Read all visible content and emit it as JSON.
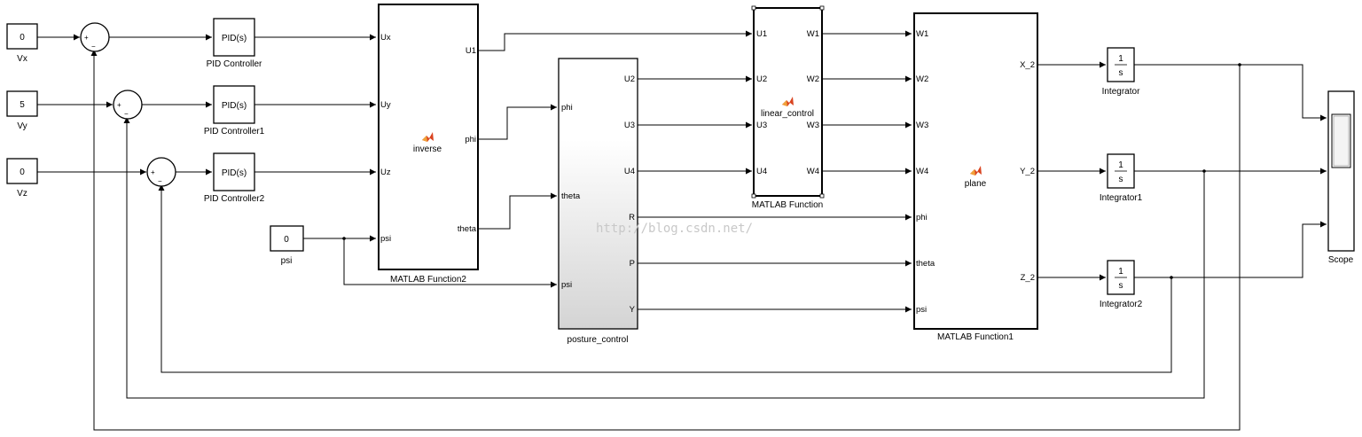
{
  "inputs": {
    "vx_value": "0",
    "vx_label": "Vx",
    "vy_value": "5",
    "vy_label": "Vy",
    "vz_value": "0",
    "vz_label": "Vz",
    "psi_value": "0",
    "psi_label": "psi"
  },
  "sum_signs": {
    "plus": "+",
    "minus": "−"
  },
  "pid": {
    "block_text": "PID(s)",
    "label1": "PID Controller",
    "label2": "PID Controller1",
    "label3": "PID Controller2"
  },
  "inverse_block": {
    "name": "inverse",
    "caption": "MATLAB Function2",
    "in_ports": [
      "Ux",
      "Uy",
      "Uz",
      "psi"
    ],
    "out_ports": [
      "U1",
      "phi",
      "theta"
    ]
  },
  "posture_block": {
    "caption": "posture_control",
    "in_ports": [
      "phi",
      "theta",
      "psi"
    ],
    "out_ports": [
      "U2",
      "U3",
      "U4",
      "R",
      "P",
      "Y"
    ]
  },
  "linear_block": {
    "name": "linear_control",
    "caption": "MATLAB Function",
    "in_ports": [
      "U1",
      "U2",
      "U3",
      "U4"
    ],
    "out_ports": [
      "W1",
      "W2",
      "W3",
      "W4"
    ]
  },
  "plane_block": {
    "name": "plane",
    "caption": "MATLAB Function1",
    "in_ports": [
      "W1",
      "W2",
      "W3",
      "W4",
      "phi",
      "theta",
      "psi"
    ],
    "out_ports": [
      "X_2",
      "Y_2",
      "Z_2"
    ]
  },
  "integrators": {
    "num": "1",
    "den": "s",
    "label1": "Integrator",
    "label2": "Integrator1",
    "label3": "Integrator2"
  },
  "scope": {
    "label": "Scope"
  },
  "watermark": "http://blog.csdn.net/",
  "colors": {
    "matlab_icon_red": "#d9431f",
    "matlab_icon_orange": "#f0a23a",
    "posture_grad_end": "#d4d4d4"
  }
}
